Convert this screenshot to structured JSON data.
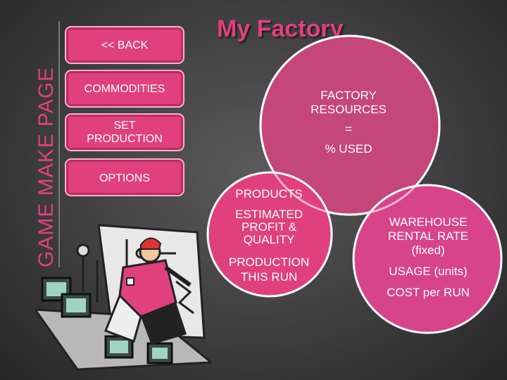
{
  "sidebar": {
    "vertical_title": "GAME MAKE PAGE",
    "buttons": [
      {
        "label": "<<  BACK"
      },
      {
        "label": "COMMODITIES"
      },
      {
        "label_line1": "SET",
        "label_line2": "PRODUCTION"
      },
      {
        "label": "OPTIONS"
      }
    ]
  },
  "main": {
    "title": "My Factory",
    "circles": {
      "top": {
        "line1": "FACTORY",
        "line2": "RESOURCES",
        "line3": "=",
        "line4": "% USED"
      },
      "left": {
        "header": "PRODUCTS",
        "line1": "ESTIMATED",
        "line2": "PROFIT &",
        "line3": "QUALITY",
        "line4": "PRODUCTION",
        "line5": "THIS RUN"
      },
      "right": {
        "line1": "WAREHOUSE",
        "line2": "RENTAL RATE",
        "line3": "(fixed)",
        "line4": "USAGE (units)",
        "line5": "COST per RUN"
      }
    }
  },
  "colors": {
    "accent": "#e0407e",
    "circle_top": "#c4467a",
    "circle_left": "#e0407e",
    "circle_right": "#d8448a"
  }
}
